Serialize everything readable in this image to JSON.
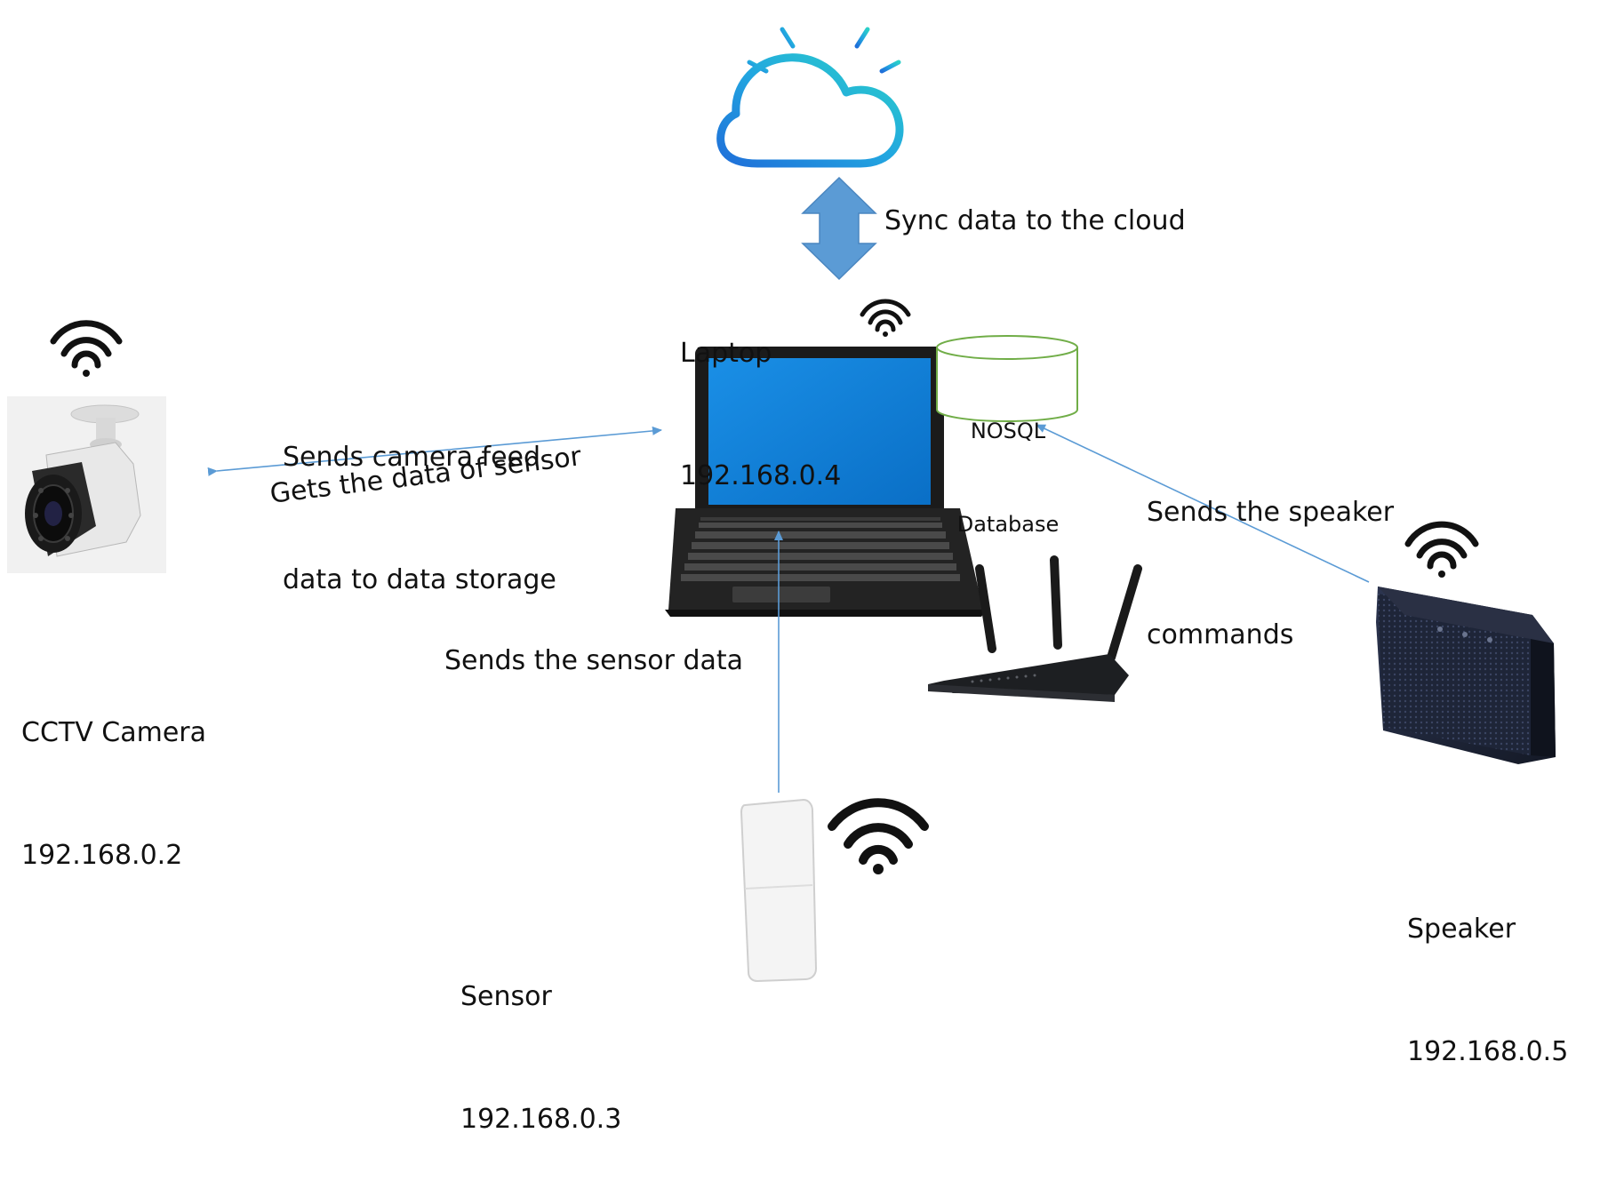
{
  "cloud": {
    "sync_label": "Sync data to the cloud"
  },
  "laptop": {
    "name": "Laptop",
    "ip": "192.168.0.4"
  },
  "database": {
    "line1": "NOSQL",
    "line2": "Database"
  },
  "camera": {
    "name": "CCTV Camera",
    "ip": "192.168.0.2"
  },
  "sensor": {
    "name": "Sensor",
    "ip": "192.168.0.3"
  },
  "speaker": {
    "name": "Speaker",
    "ip": "192.168.0.5"
  },
  "edges": {
    "camera_to_laptop_line1": "Sends camera feed",
    "camera_to_laptop_line2": "data to data storage",
    "laptop_to_camera": "Gets the data of sensor",
    "sensor_to_laptop": "Sends the sensor data",
    "speaker_to_db_line1": "Sends the speaker",
    "speaker_to_db_line2": "commands"
  },
  "colors": {
    "arrow": "#5b9bd5",
    "cloud_start": "#1f6fd9",
    "cloud_end": "#2ad0c8",
    "database_border": "#70ad47",
    "screen": "#0a7fd6"
  }
}
